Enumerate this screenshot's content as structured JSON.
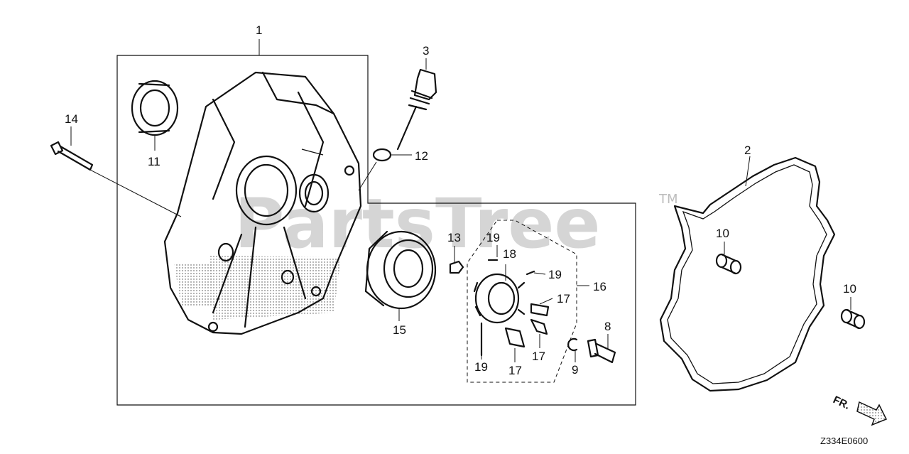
{
  "watermark": {
    "text": "PartsTree",
    "trademark": "TM"
  },
  "drawing_code": "Z334E0600",
  "direction_label": "FR.",
  "callouts": {
    "p1": "1",
    "p2": "2",
    "p3": "3",
    "p8": "8",
    "p9": "9",
    "p10a": "10",
    "p10b": "10",
    "p11": "11",
    "p12": "12",
    "p13": "13",
    "p14": "14",
    "p15": "15",
    "p16": "16",
    "p17a": "17",
    "p17b": "17",
    "p17c": "17",
    "p18": "18",
    "p19a": "19",
    "p19b": "19",
    "p19c": "19"
  }
}
